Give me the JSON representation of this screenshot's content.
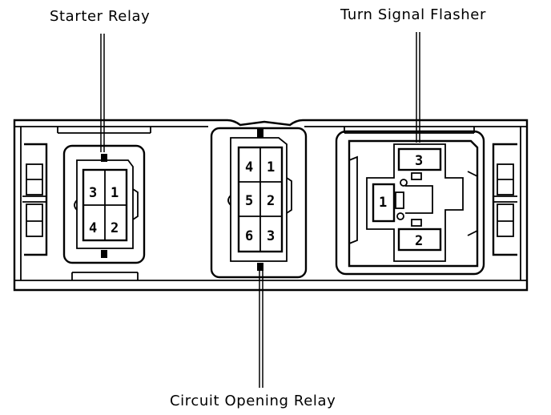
{
  "labels": {
    "starter_relay": "Starter Relay",
    "turn_signal_flasher": "Turn Signal Flasher",
    "circuit_opening_relay": "Circuit Opening Relay"
  },
  "starter_relay_pins": [
    "3",
    "1",
    "4",
    "2"
  ],
  "circuit_opening_relay_pins": [
    "4",
    "1",
    "5",
    "2",
    "6",
    "3"
  ],
  "turn_signal_flasher_pins": [
    "3",
    "1",
    "2"
  ]
}
